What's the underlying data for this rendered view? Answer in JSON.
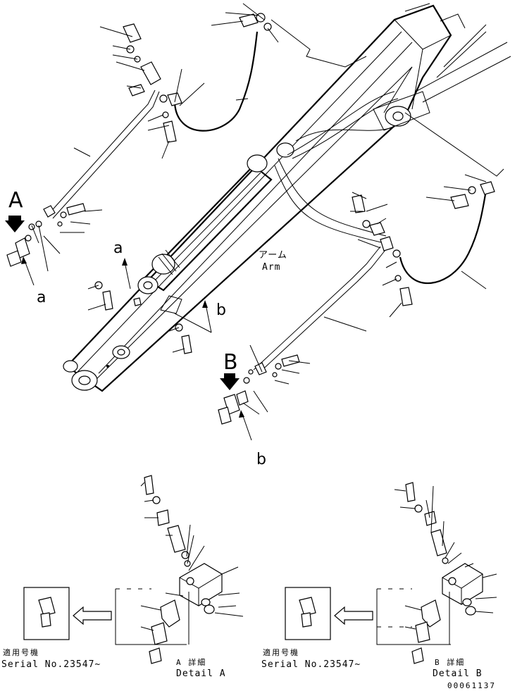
{
  "figure": {
    "arm_label_jp": "アーム",
    "arm_label_en": "Arm",
    "view_a": "A",
    "view_b": "B",
    "ref_a_top": "a",
    "ref_a_bottom": "a",
    "ref_b_top": "b",
    "ref_b_bottom": "b"
  },
  "detail_a": {
    "serial_jp": "適用号機",
    "serial_en": "Serial No.23547~",
    "title_jp": "A 詳細",
    "title_en": "Detail A"
  },
  "detail_b": {
    "serial_jp": "適用号機",
    "serial_en": "Serial No.23547~",
    "title_jp": "B 詳細",
    "title_en": "Detail B"
  },
  "drawing_number": "00061137"
}
